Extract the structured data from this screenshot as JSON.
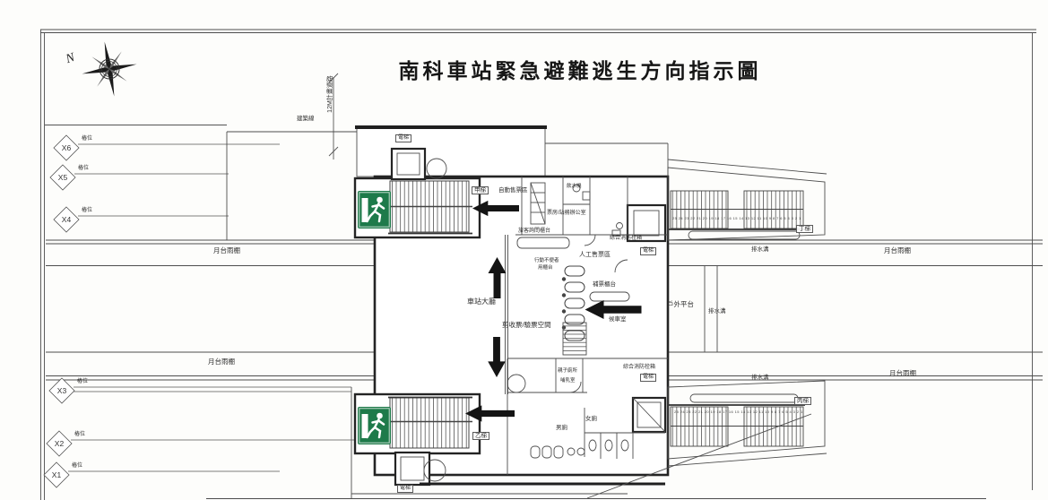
{
  "title": "南科車站緊急避難逃生方向指示圖",
  "compass": {
    "north_label": "N"
  },
  "site": {
    "road_label": "12M計畫道路",
    "building_line_label": "建築線",
    "pile_label": "樁位",
    "platform_canopy_label": "月台雨棚",
    "drain_label": "排水溝",
    "outdoor_terrace_label": "戶外平台"
  },
  "grid_markers": [
    "X6",
    "X5",
    "X4",
    "X3",
    "X2",
    "X1"
  ],
  "facilities": {
    "elevator_label": "電梯",
    "stair_a": "甲梯",
    "stair_b": "乙梯",
    "stair_c": "丙梯",
    "stair_d": "丁梯",
    "stair_step_numbers": "25 24 23 22 21 20 19 18 17 16 15 14 13 12 11 10 9 8 7 6 5 4 3 2 1",
    "fire_hydrant_label": "綜合消防栓箱"
  },
  "rooms": {
    "station_hall": "車站大廳",
    "ticket_gate_area": "剪收票/驗票空間",
    "auto_ticket_area": "自動售票區",
    "manual_ticket_area": "人工售票區",
    "ticket_office": "票房/站務辦公室",
    "info_counter": "旅客詢問櫃台",
    "accessible_counter_line1": "行動不便者",
    "accessible_counter_line2": "用櫃台",
    "fare_adjustment_counter": "補票櫃台",
    "waiting_room": "候車室",
    "water_dispenser": "飲水機",
    "family_toilet": "親子廁所",
    "nursing_room": "哺乳室",
    "female_toilet": "女廁",
    "male_toilet": "男廁"
  },
  "colors": {
    "exit_sign_green": "#1e7a4a",
    "arrow_black": "#141414",
    "line_gray": "#4d4d4d"
  }
}
